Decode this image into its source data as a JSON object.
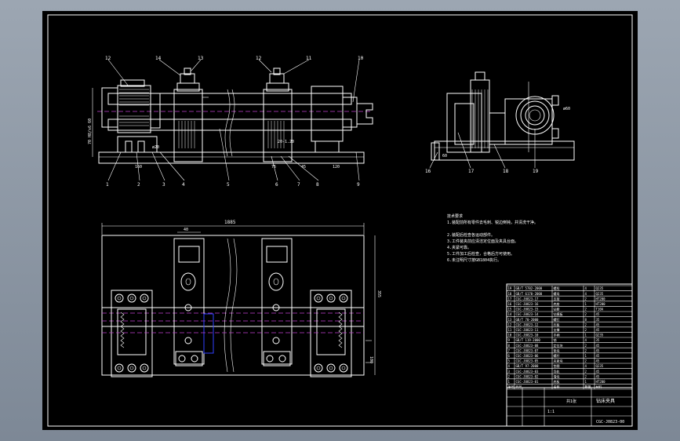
{
  "drawing": {
    "title_block": {
      "drawing_number": "CGC-J0823-00",
      "name": "钻床夹具",
      "scale_label": "1:1",
      "sheet_label": "共1张"
    },
    "dimensions": {
      "overall_length": "1885",
      "height_main": "355"
    },
    "tech_notes": [
      "技术要求",
      "1.装配前所有零件去毛刺、锐边倒钝，并清洗干净。",
      "2.装配后检查各运动部件。",
      "3.工件装夹前应清洁定位面及夹具台面。",
      "4.夹紧可靠。",
      "5.工件加工后检查，合格后方可使用。",
      "6.未注明尺寸按GB1804执行。"
    ],
    "balloons_top": [
      "12",
      "14",
      "13",
      "12",
      "11",
      "10"
    ],
    "balloons_bottom": [
      "1",
      "2",
      "3",
      "4",
      "5",
      "6",
      "7",
      "8",
      "9"
    ],
    "balloons_side": [
      "16",
      "17",
      "18",
      "19"
    ],
    "bom_rows": [
      [
        "19",
        "GB/T 5782-2000",
        "螺栓",
        "4",
        "Q235"
      ],
      [
        "18",
        "GB/T 6170-2000",
        "螺母",
        "4",
        "Q235"
      ],
      [
        "17",
        "CGC-J0823-17",
        "支架",
        "2",
        "HT200"
      ],
      [
        "16",
        "CGC-J0823-16",
        "底座",
        "1",
        "HT200"
      ],
      [
        "15",
        "CGC-J0823-15",
        "钻套",
        "2",
        "T10A"
      ],
      [
        "14",
        "CGC-J0823-14",
        "钻模板",
        "2",
        "45"
      ],
      [
        "13",
        "GB/T 70-2000",
        "螺钉",
        "8",
        "35"
      ],
      [
        "12",
        "CGC-J0823-12",
        "压板",
        "2",
        "45"
      ],
      [
        "11",
        "CGC-J0823-11",
        "支撑",
        "2",
        "45"
      ],
      [
        "10",
        "CGC-J0823-10",
        "手柄",
        "1",
        "Q235"
      ],
      [
        "9",
        "GB/T 119-2000",
        "销",
        "4",
        "35"
      ],
      [
        "8",
        "CGC-J0823-08",
        "定位块",
        "2",
        "45"
      ],
      [
        "7",
        "CGC-J0823-07",
        "垫块",
        "2",
        "45"
      ],
      [
        "6",
        "CGC-J0823-06",
        "螺杆",
        "1",
        "45"
      ],
      [
        "5",
        "CGC-J0823-05",
        "夹紧块",
        "2",
        "45"
      ],
      [
        "4",
        "GB/T 97-2000",
        "垫圈",
        "4",
        "Q235"
      ],
      [
        "3",
        "CGC-J0823-03",
        "导轨",
        "2",
        "45"
      ],
      [
        "2",
        "CGC-J0823-02",
        "滑块",
        "2",
        "45"
      ],
      [
        "1",
        "CGC-J0823-01",
        "底板",
        "1",
        "HT200"
      ]
    ],
    "bom_header": [
      "序号",
      "代号",
      "名称",
      "数量",
      "材料"
    ]
  }
}
